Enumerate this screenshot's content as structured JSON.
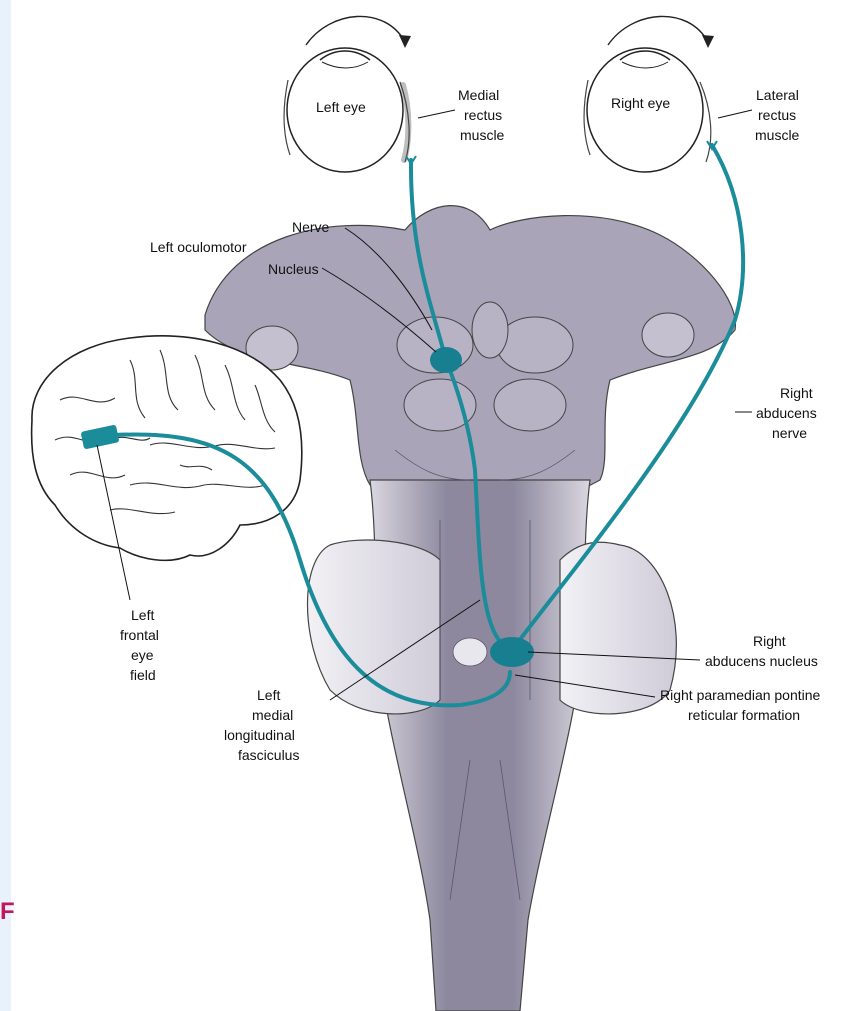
{
  "labels": {
    "left_eye": "Left eye",
    "right_eye": "Right eye",
    "medial_rectus": [
      "Medial",
      "rectus",
      "muscle"
    ],
    "lateral_rectus": [
      "Lateral",
      "rectus",
      "muscle"
    ],
    "nerve": "Nerve",
    "left_oculomotor": "Left oculomotor",
    "nucleus": "Nucleus",
    "right_abducens_nerve": [
      "Right",
      "abducens",
      "nerve"
    ],
    "left_frontal_eye_field": [
      "Left",
      "frontal",
      "eye",
      "field"
    ],
    "right_abducens_nucleus": [
      "Right",
      "abducens nucleus"
    ],
    "left_mlf": [
      "Left",
      "medial",
      "longitudinal",
      "fasciculus"
    ],
    "right_pprf": [
      "Right paramedian pontine",
      "reticular formation"
    ]
  },
  "stray_letter": "F",
  "colors": {
    "pathway": "#1b8c9a",
    "nucleus_fill": "#177f8f",
    "brainstem": "#8f8aa0",
    "outline": "#333333"
  }
}
